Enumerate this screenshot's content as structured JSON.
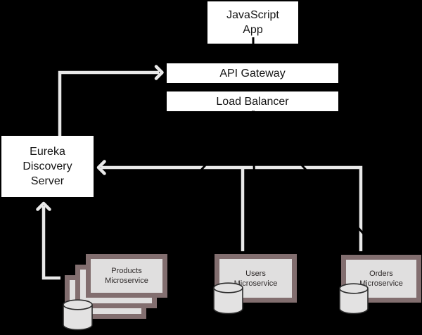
{
  "nodes": {
    "js_app": {
      "label": "JavaScript\nApp"
    },
    "api_gateway": {
      "label": "API Gateway"
    },
    "load_balancer": {
      "label": "Load Balancer"
    },
    "eureka": {
      "label": "Eureka\nDiscovery\nServer"
    },
    "products": {
      "label": "Products\nMicroservice"
    },
    "users": {
      "label": "Users\nMicroservice"
    },
    "orders": {
      "label": "Orders\nMicroservice"
    }
  },
  "connectors": [
    {
      "from": "eureka",
      "to": "api_gateway",
      "color": "#e9e9e9"
    },
    {
      "from": "users_orders_services",
      "to": "eureka",
      "color": "#e9e9e9"
    },
    {
      "from": "products",
      "to": "eureka",
      "color": "#e9e9e9"
    },
    {
      "from": "js_app",
      "to": "api_gateway",
      "color": "#000000"
    },
    {
      "from": "load_balancer",
      "to": "microservices",
      "color": "#000000"
    }
  ],
  "colors": {
    "background": "#000000",
    "node_fill": "#ffffff",
    "node_text": "#141414",
    "arrow_light": "#e9e9e9",
    "service_border": "#826e6f",
    "service_fill": "#e0dfdf",
    "cylinder_fill": "#e3e2e2",
    "cylinder_stroke": "#2b2b2b"
  }
}
